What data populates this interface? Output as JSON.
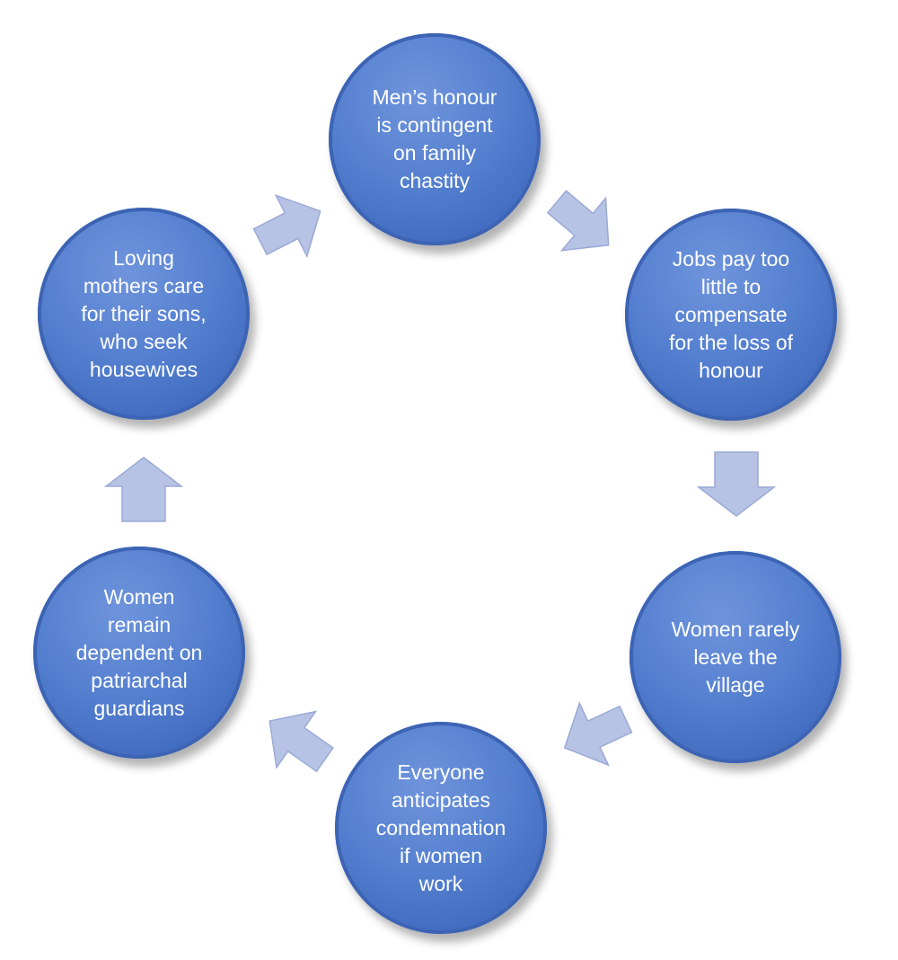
{
  "diagram": {
    "type": "cycle",
    "colors": {
      "node_fill": "#5580d0",
      "node_text": "#ffffff",
      "arrow_fill": "#b7c3e4"
    },
    "nodes": [
      {
        "id": "top",
        "text": "Men’s honour\nis contingent\non family\nchastity"
      },
      {
        "id": "upper-right",
        "text": "Jobs pay too\nlittle to\ncompensate\nfor the loss of\nhonour"
      },
      {
        "id": "lower-right",
        "text": "Women rarely\nleave the\nvillage"
      },
      {
        "id": "bottom",
        "text": "Everyone\nanticipates\ncondemnation\nif women\nwork"
      },
      {
        "id": "lower-left",
        "text": "Women\nremain\ndependent on\npatriarchal\nguardians"
      },
      {
        "id": "upper-left",
        "text": "Loving\nmothers care\nfor their sons,\nwho seek\nhousewives"
      }
    ],
    "edges": [
      {
        "from": "top",
        "to": "upper-right"
      },
      {
        "from": "upper-right",
        "to": "lower-right"
      },
      {
        "from": "lower-right",
        "to": "bottom"
      },
      {
        "from": "bottom",
        "to": "lower-left"
      },
      {
        "from": "lower-left",
        "to": "upper-left"
      },
      {
        "from": "upper-left",
        "to": "top"
      }
    ]
  }
}
